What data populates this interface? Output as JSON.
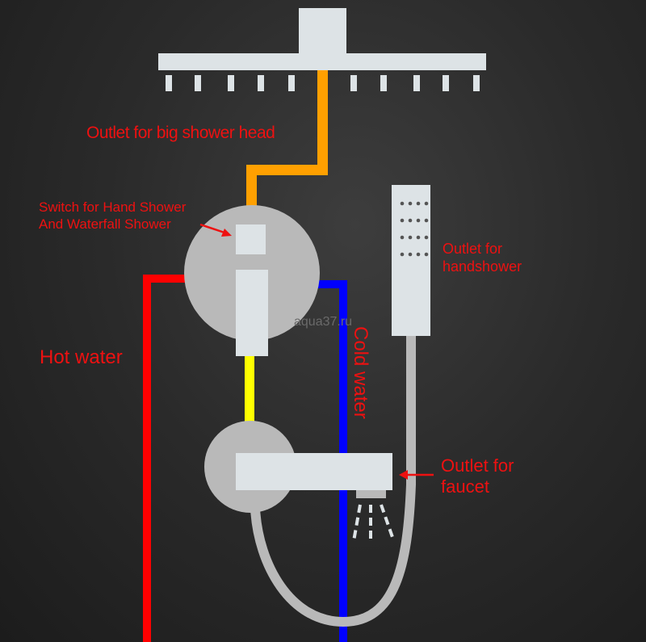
{
  "labels": {
    "big_head": "Outlet for big shower head",
    "switch_line1": "Switch for Hand Shower",
    "switch_line2": "And Waterfall Shower",
    "handshower_line1": "Outlet for",
    "handshower_line2": "handshower",
    "hot": "Hot water",
    "cold": "Cold water",
    "faucet_line1": "Outlet for",
    "faucet_line2": "faucet",
    "watermark": "aqua37.ru"
  },
  "colors": {
    "label": "#ee1111",
    "hot_pipe": "#ff0000",
    "cold_pipe": "#0000ff",
    "big_head_pipe": "#ffa000",
    "mix_pipe": "#ffff00",
    "fixture": "#dde3e6",
    "valve": "#b9b9b9"
  }
}
